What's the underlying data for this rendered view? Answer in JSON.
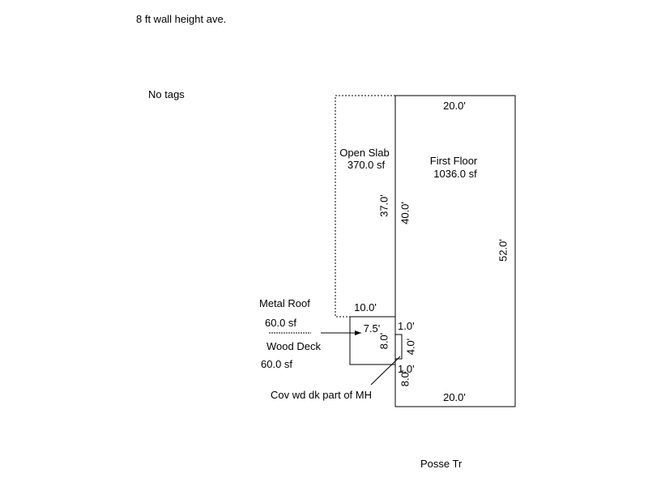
{
  "header": {
    "wall_height_note": "8 ft wall height ave.",
    "tags_note": "No tags"
  },
  "areas": {
    "open_slab": {
      "name": "Open Slab",
      "area": "370.0 sf",
      "dim_side": "37.0'",
      "dim_bottom": "10.0'"
    },
    "first_floor": {
      "name": "First Floor",
      "area": "1036.0 sf",
      "dim_top": "20.0'",
      "dim_bottom": "20.0'",
      "dim_right": "52.0'",
      "dim_inner_left": "40.0'"
    },
    "wood_deck": {
      "name": "Wood Deck",
      "area": "60.0 sf",
      "dim_width": "7.5'",
      "dim_height": "8.0'"
    },
    "metal_roof": {
      "name": "Metal Roof",
      "area": "60.0 sf"
    },
    "notch": {
      "dim_top": "1.0'",
      "dim_depth": "4.0'",
      "dim_bottom": "1.0'",
      "dim_lower": "8.0'"
    }
  },
  "annotations": {
    "cov_note": "Cov wd dk part of MH",
    "street": "Posse Tr"
  }
}
